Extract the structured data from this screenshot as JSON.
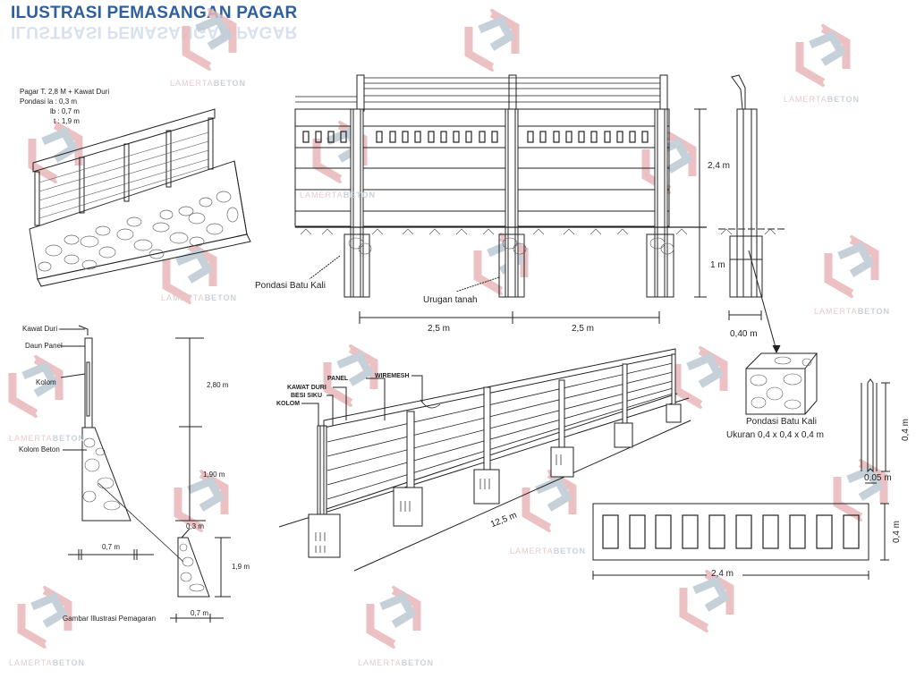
{
  "title": "ILUSTRASI PEMASANGAN PAGAR",
  "watermark": {
    "brand_light": "LAMERTA",
    "brand_bold": "BETON",
    "colors": {
      "red": "#e9b6b9",
      "blue": "#bcc8d3"
    }
  },
  "iso_wall": {
    "spec_line1": "Pagar T.    2,8 M + Kawat Duri",
    "spec_line2": "Pondasi  la : 0,3 m",
    "spec_line3": "lb : 0,7 m",
    "spec_line4": "t : 1,9 m"
  },
  "section_view": {
    "labels": {
      "kawat_duri": "Kawat Duri",
      "daun_panel": "Daun Panel",
      "kolom": "Kolom",
      "kolom_beton": "Kolom Beton"
    },
    "dims": {
      "height_total": "2,80 m",
      "height_found": "1,90 m",
      "top_width": "0,3 m",
      "base_width_left": "0,7 m",
      "detail_height": "1,9 m",
      "detail_base": "0,7 m"
    },
    "caption": "Gambar Illustrasi Pemagaran"
  },
  "front_elevation": {
    "labels": {
      "pondasi": "Pondasi Batu Kali",
      "urugan": "Urugan tanah"
    },
    "dims": {
      "span_left": "2,5 m",
      "span_right": "2,5 m"
    }
  },
  "column_side": {
    "dims": {
      "height_above": "2,4 m",
      "height_below": "1 m",
      "width": "0,40 m"
    }
  },
  "foundation_detail": {
    "name": "Pondasi Batu Kali",
    "size": "Ukuran 0,4 x 0,4 x 0,4 m"
  },
  "perspective": {
    "labels": {
      "panel": "PANEL",
      "wiremesh": "WIREMESH",
      "kawat_duri": "KAWAT DURI",
      "besi_siku": "BESI SIKU",
      "kolom": "KOLOM"
    },
    "length": "12,5 m"
  },
  "panel_detail": {
    "width": "2,4 m",
    "height": "0,4 m",
    "slot_count": 10
  },
  "post_detail": {
    "height": "0,4 m",
    "thickness": "0,05 m"
  }
}
